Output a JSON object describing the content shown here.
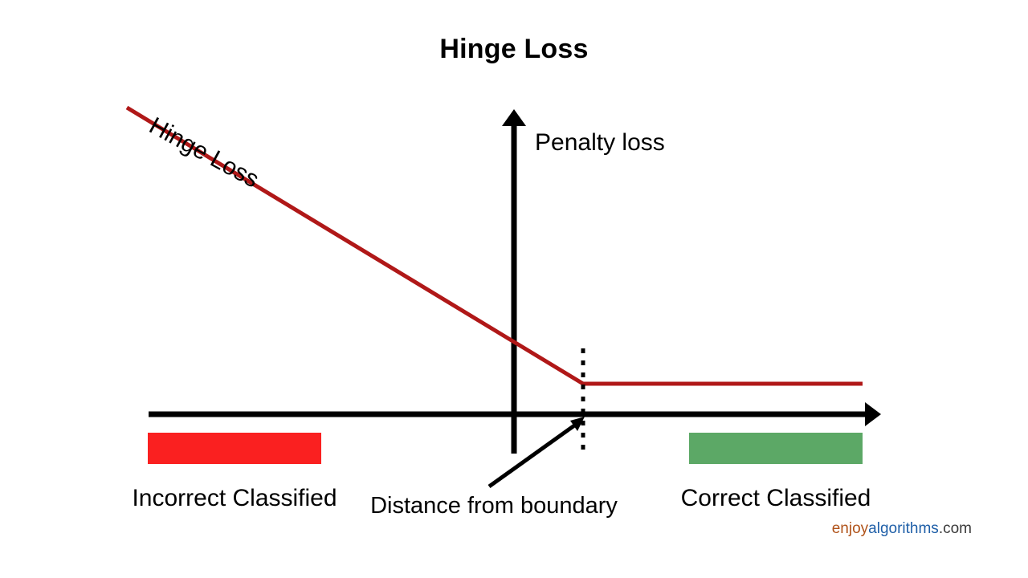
{
  "title": "Hinge Loss",
  "watermark": {
    "part1": "enjoy",
    "part2": "algorithms",
    "part3": ".com",
    "color1": "#b0531a",
    "color2": "#1f5fa8",
    "color3": "#3b3b3b"
  },
  "labels": {
    "curve": "Hinge Loss",
    "y_axis": "Penalty loss",
    "x_axis": "Distance from boundary",
    "incorrect": "Incorrect Classified",
    "correct": "Correct Classified"
  },
  "colors": {
    "curve": "#b01818",
    "axis": "#000000",
    "incorrect_swatch": "#fa2020",
    "correct_swatch": "#5ca866",
    "background": "#ffffff"
  },
  "chart_data": {
    "type": "line",
    "title": "Hinge Loss",
    "xlabel": "Distance from boundary",
    "ylabel": "Penalty loss",
    "grid": false,
    "legend": false,
    "xlim": [
      -2.5,
      2.45
    ],
    "ylim": [
      -0.55,
      2.05
    ],
    "annotations": [
      {
        "text": "Hinge Loss",
        "type": "curve-label",
        "rotation_deg": 28.5
      },
      {
        "text": "Penalty loss",
        "type": "axis-label",
        "axis": "y"
      },
      {
        "text": "Distance from boundary",
        "type": "axis-label",
        "axis": "x",
        "arrow_to_x": 1.0
      },
      {
        "text": "Incorrect Classified",
        "type": "region-label",
        "x_range": [
          -2.1,
          -1.35
        ],
        "color": "#fa2020"
      },
      {
        "text": "Correct Classified",
        "type": "region-label",
        "x_range": [
          1.35,
          2.1
        ],
        "color": "#5ca866"
      }
    ],
    "markers": [
      {
        "type": "vertical-dotted-line",
        "x": 1.0,
        "y_range": [
          -0.42,
          0.64
        ],
        "color": "#000000"
      }
    ],
    "series": [
      {
        "name": "Hinge Loss",
        "color": "#b01818",
        "x": [
          -2.48,
          1.0,
          2.45
        ],
        "values": [
          1.9,
          0.175,
          0.175
        ]
      }
    ]
  }
}
